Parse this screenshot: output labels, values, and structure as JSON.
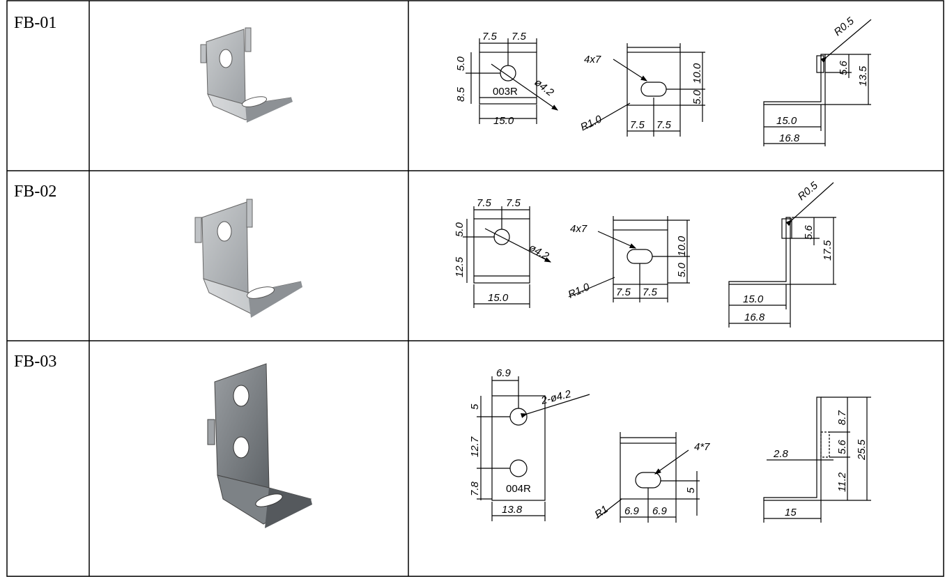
{
  "rows": [
    {
      "id": "FB-01",
      "front": {
        "w_left": "7.5",
        "w_right": "7.5",
        "h_top": "5.0",
        "h_total": "8.5",
        "hole": "ø4.2",
        "mark": "003R",
        "width": "15.0"
      },
      "back": {
        "slot": "4x7",
        "radius": "R1.0",
        "w_left": "7.5",
        "w_right": "7.5",
        "h_top": "10.0",
        "h_bottom": "5.0"
      },
      "side": {
        "bend": "R0.5",
        "tab": "5.6",
        "height": "13.5",
        "base": "15.0",
        "overall": "16.8"
      }
    },
    {
      "id": "FB-02",
      "front": {
        "w_left": "7.5",
        "w_right": "7.5",
        "h_top": "5.0",
        "h_total": "12.5",
        "hole": "ø4.2",
        "mark": "",
        "width": "15.0"
      },
      "back": {
        "slot": "4x7",
        "radius": "R1.0",
        "w_left": "7.5",
        "w_right": "7.5",
        "h_top": "10.0",
        "h_bottom": "5.0"
      },
      "side": {
        "bend": "R0.5",
        "tab": "5.6",
        "height": "17.5",
        "base": "15.0",
        "overall": "16.8"
      }
    },
    {
      "id": "FB-03",
      "front": {
        "w_half": "6.9",
        "h_top": "5",
        "h_mid": "12.7",
        "h_bottom": "7.8",
        "hole": "2-ø4.2",
        "mark": "004R",
        "width": "13.8"
      },
      "back": {
        "slot": "4*7",
        "radius": "R1",
        "w_left": "6.9",
        "w_right": "6.9",
        "h_bottom": "5"
      },
      "side": {
        "top": "8.7",
        "tab": "5.6",
        "bottom": "11.2",
        "height": "25.5",
        "offset": "2.8",
        "base": "15"
      }
    }
  ],
  "colors": {
    "grid": "#000000",
    "metal_light": "#d2d4d6",
    "metal_mid": "#a9adb1",
    "metal_dark": "#6e7377"
  }
}
